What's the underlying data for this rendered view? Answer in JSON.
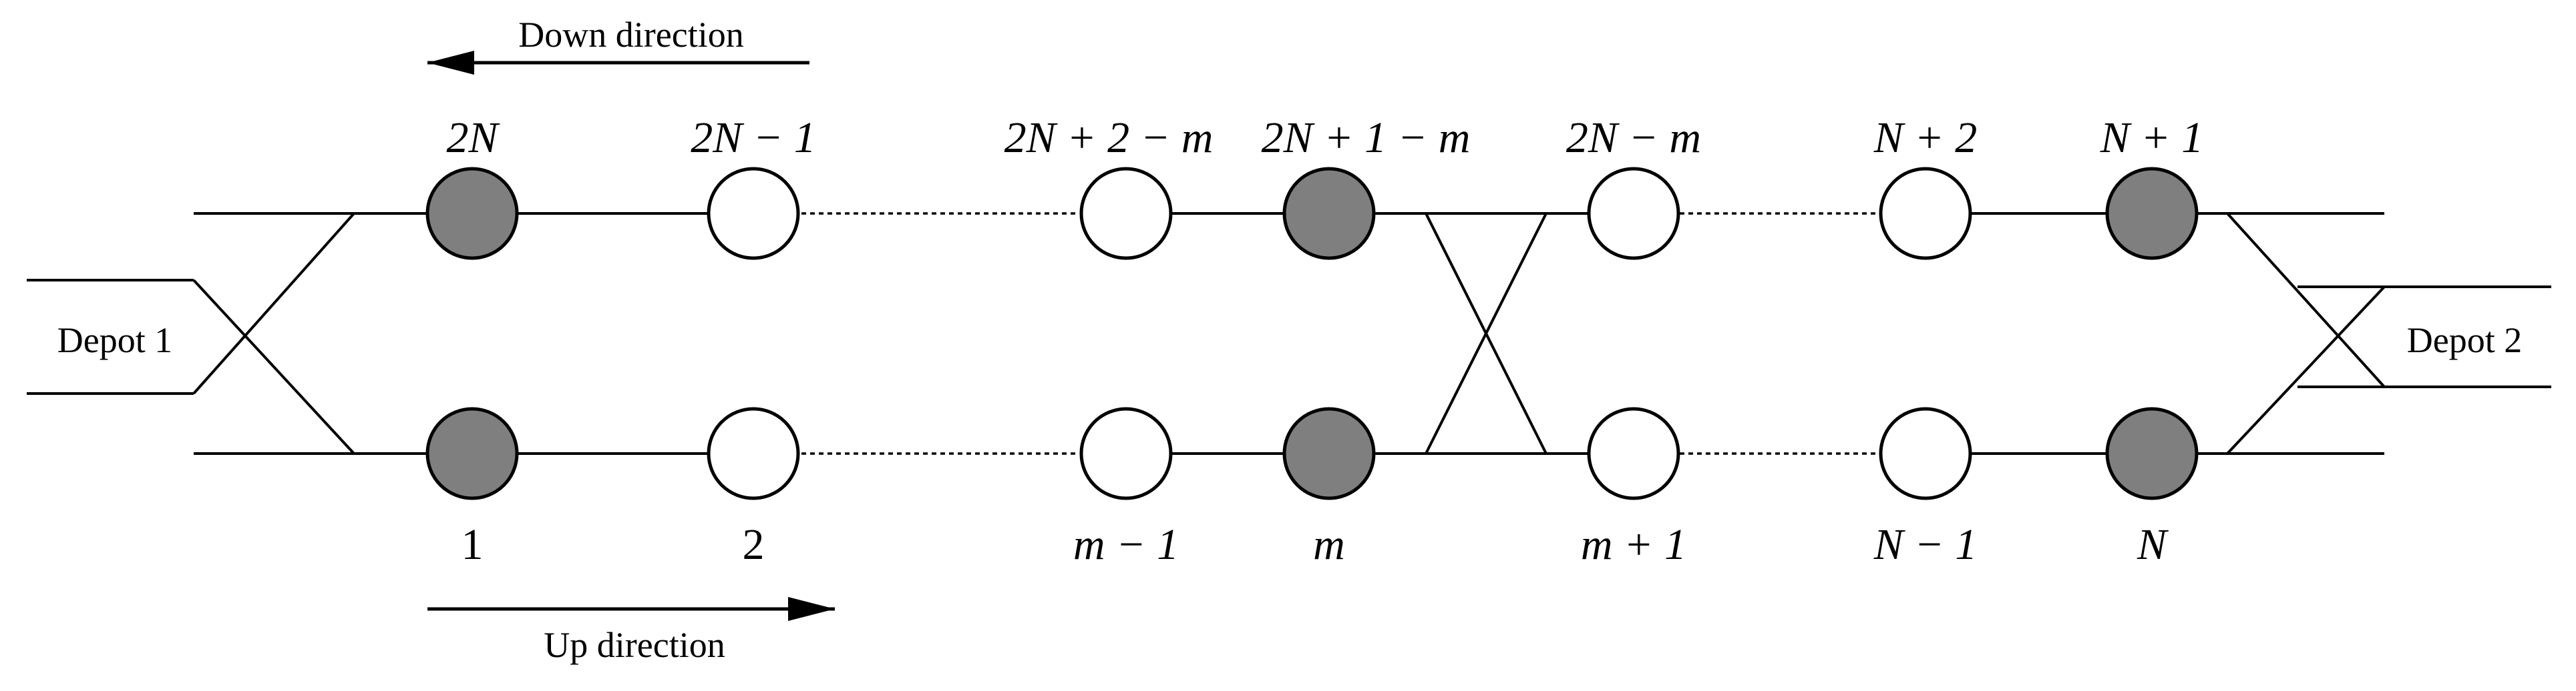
{
  "direction_labels": {
    "down": "Down direction",
    "up": "Up direction"
  },
  "depots": {
    "left": "Depot 1",
    "right": "Depot 2"
  },
  "top_stations": [
    {
      "label": "2N",
      "shade": "gray"
    },
    {
      "label": "2N − 1",
      "shade": "white"
    },
    {
      "label": "2N + 2 − m",
      "shade": "white"
    },
    {
      "label": "2N + 1 − m",
      "shade": "gray"
    },
    {
      "label": "2N − m",
      "shade": "white"
    },
    {
      "label": "N + 2",
      "shade": "white"
    },
    {
      "label": "N + 1",
      "shade": "gray"
    }
  ],
  "bottom_stations": [
    {
      "label": "1",
      "shade": "gray"
    },
    {
      "label": "2",
      "shade": "white"
    },
    {
      "label": "m − 1",
      "shade": "white"
    },
    {
      "label": "m",
      "shade": "gray"
    },
    {
      "label": "m + 1",
      "shade": "white"
    },
    {
      "label": "N − 1",
      "shade": "white"
    },
    {
      "label": "N",
      "shade": "gray"
    }
  ],
  "colors": {
    "turnaround_station": "#7f7f7f",
    "regular_station": "#ffffff",
    "line": "#000000"
  }
}
